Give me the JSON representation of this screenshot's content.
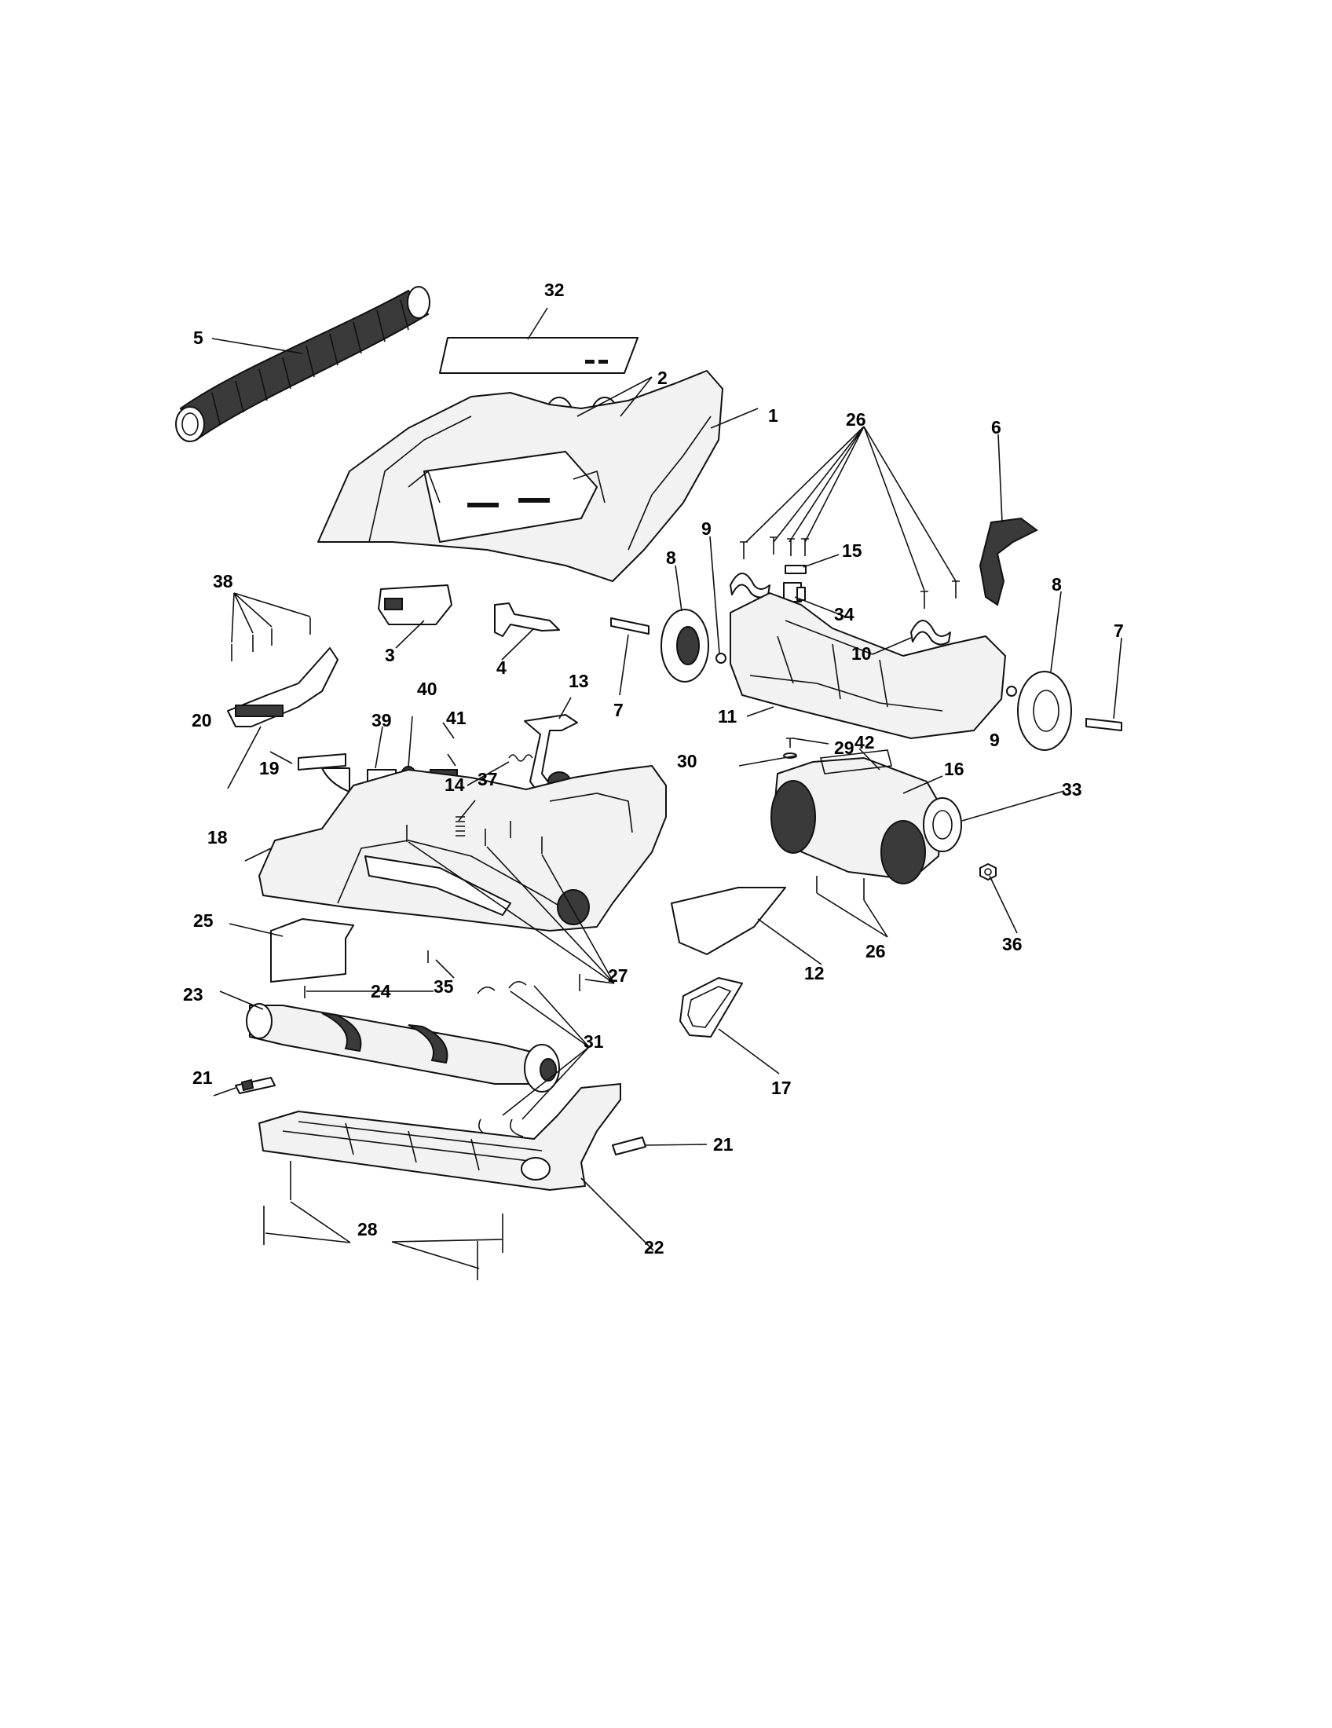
{
  "diagram": {
    "callouts": {
      "c1": "1",
      "c2": "2",
      "c3": "3",
      "c4": "4",
      "c5": "5",
      "c6": "6",
      "c7a": "7",
      "c7b": "7",
      "c8a": "8",
      "c8b": "8",
      "c9a": "9",
      "c9b": "9",
      "c10": "10",
      "c11": "11",
      "c12": "12",
      "c13": "13",
      "c14": "14",
      "c15": "15",
      "c16": "16",
      "c17": "17",
      "c18": "18",
      "c19": "19",
      "c20": "20",
      "c21a": "21",
      "c21b": "21",
      "c22": "22",
      "c23": "23",
      "c24": "24",
      "c25": "25",
      "c26a": "26",
      "c26b": "26",
      "c27": "27",
      "c28": "28",
      "c29": "29",
      "c30": "30",
      "c31": "31",
      "c32": "32",
      "c33": "33",
      "c34": "34",
      "c35": "35",
      "c36": "36",
      "c37": "37",
      "c38": "38",
      "c39": "39",
      "c40": "40",
      "c41": "41",
      "c42": "42"
    }
  }
}
